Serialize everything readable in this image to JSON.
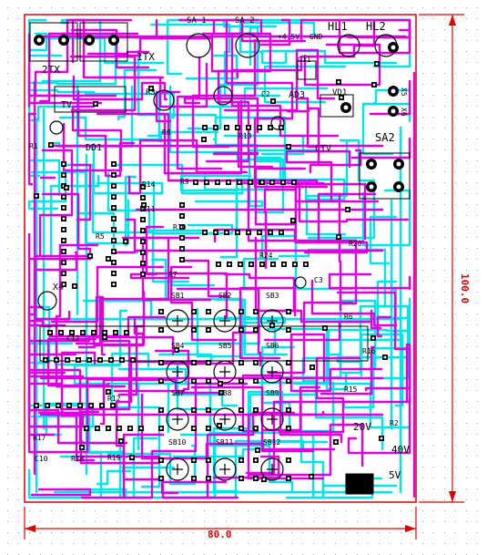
{
  "board": {
    "width_dim": "80.0",
    "height_dim": "100.0"
  },
  "colors": {
    "background": "#ffffff",
    "grid_dot": "#9aa0b8",
    "outline": "#e00000",
    "dimension": "#e00000",
    "top_trace": "#e000e0",
    "bottom_trace": "#00e6e6",
    "silk": "#000000",
    "pad": "#000000"
  },
  "silk_labels": {
    "sa1": "SA 1",
    "sa2_top": "SA 2",
    "v45": "+4.5V",
    "gnd": "GND",
    "hl1": "HL1",
    "hl2": "HL2",
    "xt2": "2TX",
    "xt1": "1TX",
    "tv": "TV",
    "r3": "R3",
    "c11": "C11",
    "c2": "C2",
    "ad3": "AD3",
    "vd1": "VD1",
    "r1": "R1",
    "r13": "R13",
    "r8": "R8",
    "dd1": "DD1",
    "ctv": "CTV",
    "sa2": "SA2",
    "r14": "R14",
    "r9": "R9",
    "r11": "R11",
    "r5": "R5",
    "r10": "R10",
    "r20": "R20",
    "r24": "R24",
    "r7": "R7",
    "c3": "C3",
    "r6": "R6",
    "r16": "R16",
    "r15": "R15",
    "r12": "R12",
    "r17": "R17",
    "r18": "R18",
    "r19": "R19",
    "r2": "R2",
    "c12": "C12",
    "c10": "C10",
    "sb1": "SB1",
    "sb2": "SB2",
    "sb3": "SB3",
    "sb4": "SB4",
    "sb5": "SB5",
    "sb6": "SB6",
    "sb7": "SB7",
    "sb8": "SB8",
    "sb9": "SB9",
    "sb10": "SB10",
    "sb11": "SB11",
    "sb12": "SB12",
    "x5": "X5",
    "x6": "X6",
    "x4": "X4",
    "v40": "40V",
    "v20": "20V",
    "v5": "5V"
  }
}
